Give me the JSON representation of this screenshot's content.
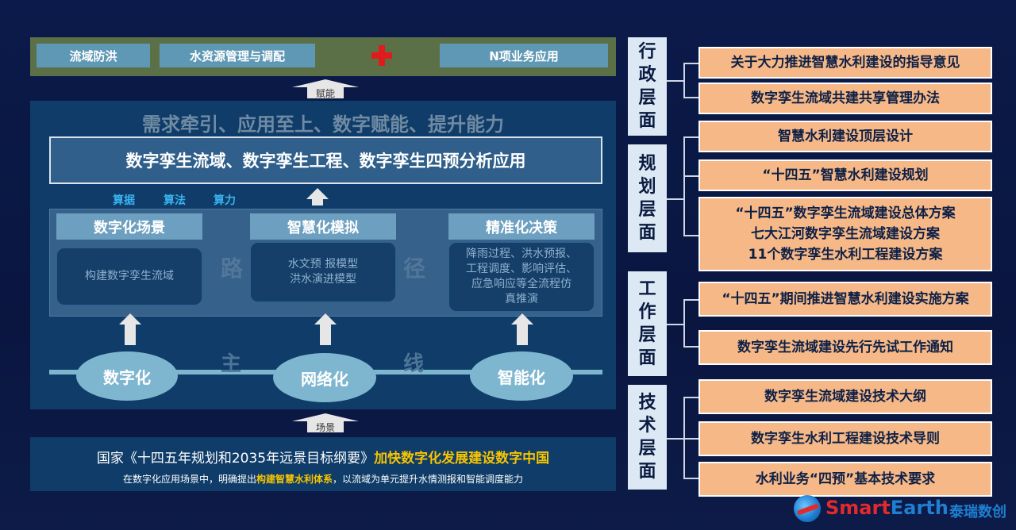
{
  "top_bar": {
    "item1": "流域防洪",
    "item2": "水资源管理与调配",
    "item3": "N项业务应用"
  },
  "arrow_top_label": "赋能",
  "arrow_bottom_label": "场景",
  "main": {
    "slogan": "需求牵引、应用至上、数字赋能、提升能力",
    "apps": "数字孪生流域、数字孪生工程、数字孪生四预分析应用",
    "capacities": [
      "算据",
      "算法",
      "算力"
    ],
    "columns": [
      {
        "title": "数字化场景",
        "desc": "构建数字孪生流域"
      },
      {
        "title": "智慧化模拟",
        "desc": "水文预 报模型\n洪水演进模型"
      },
      {
        "title": "精准化决策",
        "desc": "降雨过程、洪水预报、\n工程调度、影响评估、\n应急响应等全流程仿\n真推演"
      }
    ],
    "path_chars": [
      "路",
      "径"
    ],
    "foundations": [
      "数字化",
      "网络化",
      "智能化"
    ],
    "line_chars": [
      "主",
      "线"
    ]
  },
  "bottom": {
    "line1_prefix": "国家《十四五年规划和2035年远景目标纲要》",
    "line1_highlight": "加快数字化发展建设数字中国",
    "line2_prefix": "在数字化应用场景中，明确提出",
    "line2_highlight": "构建智慧水利体系",
    "line2_suffix": "，以流域为单元提升水情测报和智能调度能力"
  },
  "levels": [
    {
      "name": [
        "行",
        "政",
        "层",
        "面"
      ],
      "docs": [
        [
          "关于大力推进智慧水利建设的指导意见"
        ],
        [
          "数字孪生流域共建共享管理办法"
        ]
      ]
    },
    {
      "name": [
        "规",
        "划",
        "层",
        "面"
      ],
      "docs": [
        [
          "智慧水利建设顶层设计"
        ],
        [
          "“十四五”智慧水利建设规划"
        ],
        [
          "“十四五”数字孪生流域建设总体方案",
          "七大江河数字孪生流域建设方案",
          "11个数字孪生水利工程建设方案"
        ]
      ]
    },
    {
      "name": [
        "工",
        "作",
        "层",
        "面"
      ],
      "docs": [
        [
          "“十四五”期间推进智慧水利建设实施方案"
        ],
        [
          "数字孪生流域建设先行先试工作通知"
        ]
      ]
    },
    {
      "name": [
        "技",
        "术",
        "层",
        "面"
      ],
      "docs": [
        [
          "数字孪生流域建设技术大纲"
        ],
        [
          "数字孪生水利工程建设技术导则"
        ],
        [
          "水利业务“四预”基本技术要求"
        ]
      ]
    }
  ],
  "logo": {
    "smart": "Smart",
    "earth": "Earth",
    "cn": "泰瑞数创"
  },
  "colors": {
    "accent_yellow": "#f7c400",
    "doc_fill": "#f6b887",
    "panel": "#0f3c68",
    "plus": "#e01b1b"
  }
}
